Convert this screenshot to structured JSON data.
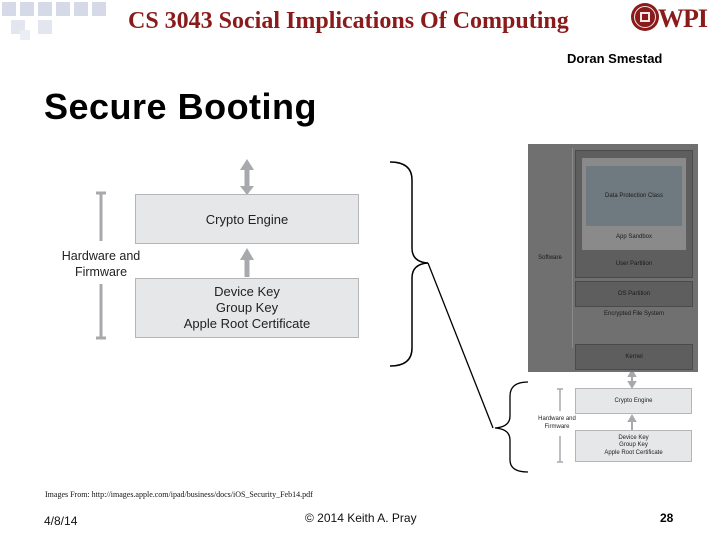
{
  "header": {
    "course_title": "CS 3043 Social Implications Of Computing",
    "institution_logo": "WPI",
    "author": "Doran Smestad",
    "colors": {
      "title": "#8b1a1a",
      "squares": "#d6d9e8"
    }
  },
  "slide": {
    "title": "Secure Booting"
  },
  "diagram_large": {
    "hardware_label": "Hardware and Firmware",
    "crypto_engine": "Crypto Engine",
    "device_key": "Device Key",
    "group_key": "Group Key",
    "apple_root_certificate": "Apple Root Certificate"
  },
  "diagram_small": {
    "software_label": "Software",
    "data_protection_class": "Data Protection Class",
    "app_sandbox": "App Sandbox",
    "user_partition": "User Partition",
    "os_partition": "OS Partition",
    "encrypted_file_system": "Encrypted File System",
    "kernel": "Kernel",
    "crypto_engine": "Crypto Engine",
    "hardware_label": "Hardware and Firmware",
    "device_key": "Device Key",
    "group_key": "Group Key",
    "apple_root_certificate": "Apple Root Certificate"
  },
  "footer": {
    "source": "Images From:  http://images.apple.com/ipad/business/docs/iOS_Security_Feb14.pdf",
    "date": "4/8/14",
    "copyright": "© 2014 Keith A. Pray",
    "page_number": "28"
  }
}
